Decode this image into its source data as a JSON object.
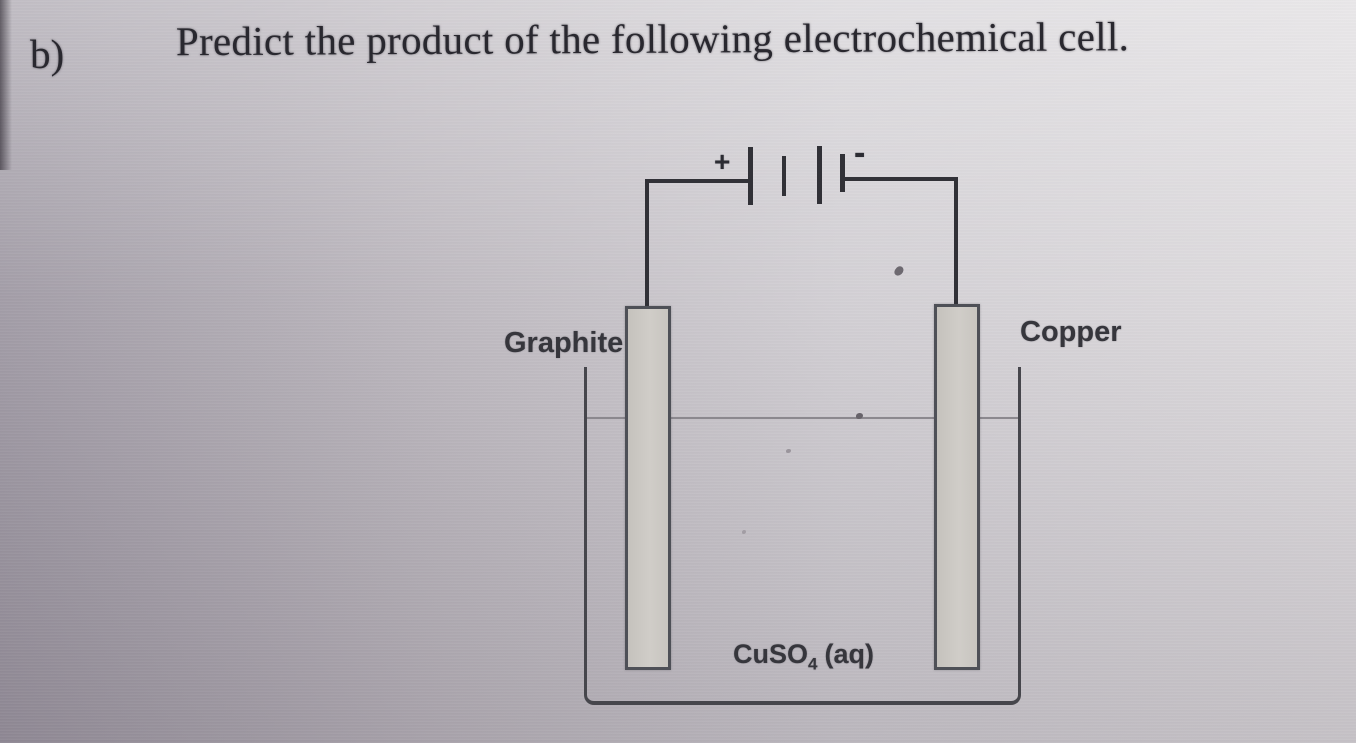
{
  "question": {
    "part_label": "b)",
    "prompt": "Predict the product of the following electrochemical cell."
  },
  "diagram": {
    "battery": {
      "positive_terminal": "+",
      "negative_terminal": "-"
    },
    "left_electrode_label": "Graphite",
    "right_electrode_label": "Copper",
    "solution_label": {
      "formula": "CuSO",
      "subscript": "4",
      "state": "(aq)"
    }
  },
  "colors": {
    "background_light": "#dcd9dc",
    "background_dark": "#928c96",
    "ink": "#29282f",
    "circuit_line": "#313137",
    "beaker_line": "#46464c",
    "electrode_fill": "#cbc8c3",
    "electrode_border": "#4e5057",
    "water_line": "#8b888e"
  }
}
